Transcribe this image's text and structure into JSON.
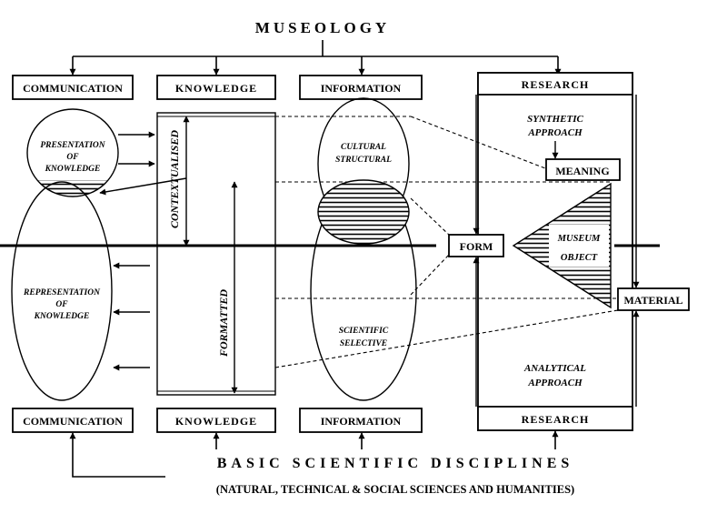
{
  "title": "MUSEOLOGY",
  "top_row": {
    "communication": "COMMUNICATION",
    "knowledge": "KNOWLEDGE",
    "information": "INFORMATION",
    "research": "RESEARCH"
  },
  "bottom_row": {
    "communication": "COMMUNICATION",
    "knowledge": "KNOWLEDGE",
    "information": "INFORMATION",
    "research": "RESEARCH"
  },
  "left_ellipses": {
    "presentation": [
      "PRESENTATION",
      "OF",
      "KNOWLEDGE"
    ],
    "representation": [
      "REPRESENTATION",
      "OF",
      "KNOWLEDGE"
    ]
  },
  "knowledge_column": {
    "contextualised": "CONTEXTUALISED",
    "formatted": "FORMATTED"
  },
  "info_ellipses": {
    "cultural": [
      "CULTURAL",
      "STRUCTURAL"
    ],
    "scientific": [
      "SCIENTIFIC",
      "SELECTIVE"
    ]
  },
  "research_panel": {
    "synthetic": [
      "SYNTHETIC",
      "APPROACH"
    ],
    "analytical": [
      "ANALYTICAL",
      "APPROACH"
    ],
    "meaning": "MEANING",
    "form": "FORM",
    "material": "MATERIAL",
    "museum_object": [
      "MUSEUM",
      "OBJECT"
    ]
  },
  "footer": {
    "disciplines": "BASIC SCIENTIFIC DISCIPLINES",
    "subtitle": "(NATURAL, TECHNICAL & SOCIAL SCIENCES AND HUMANITIES)"
  },
  "colors": {
    "ink": "#000000",
    "paper": "#ffffff"
  }
}
